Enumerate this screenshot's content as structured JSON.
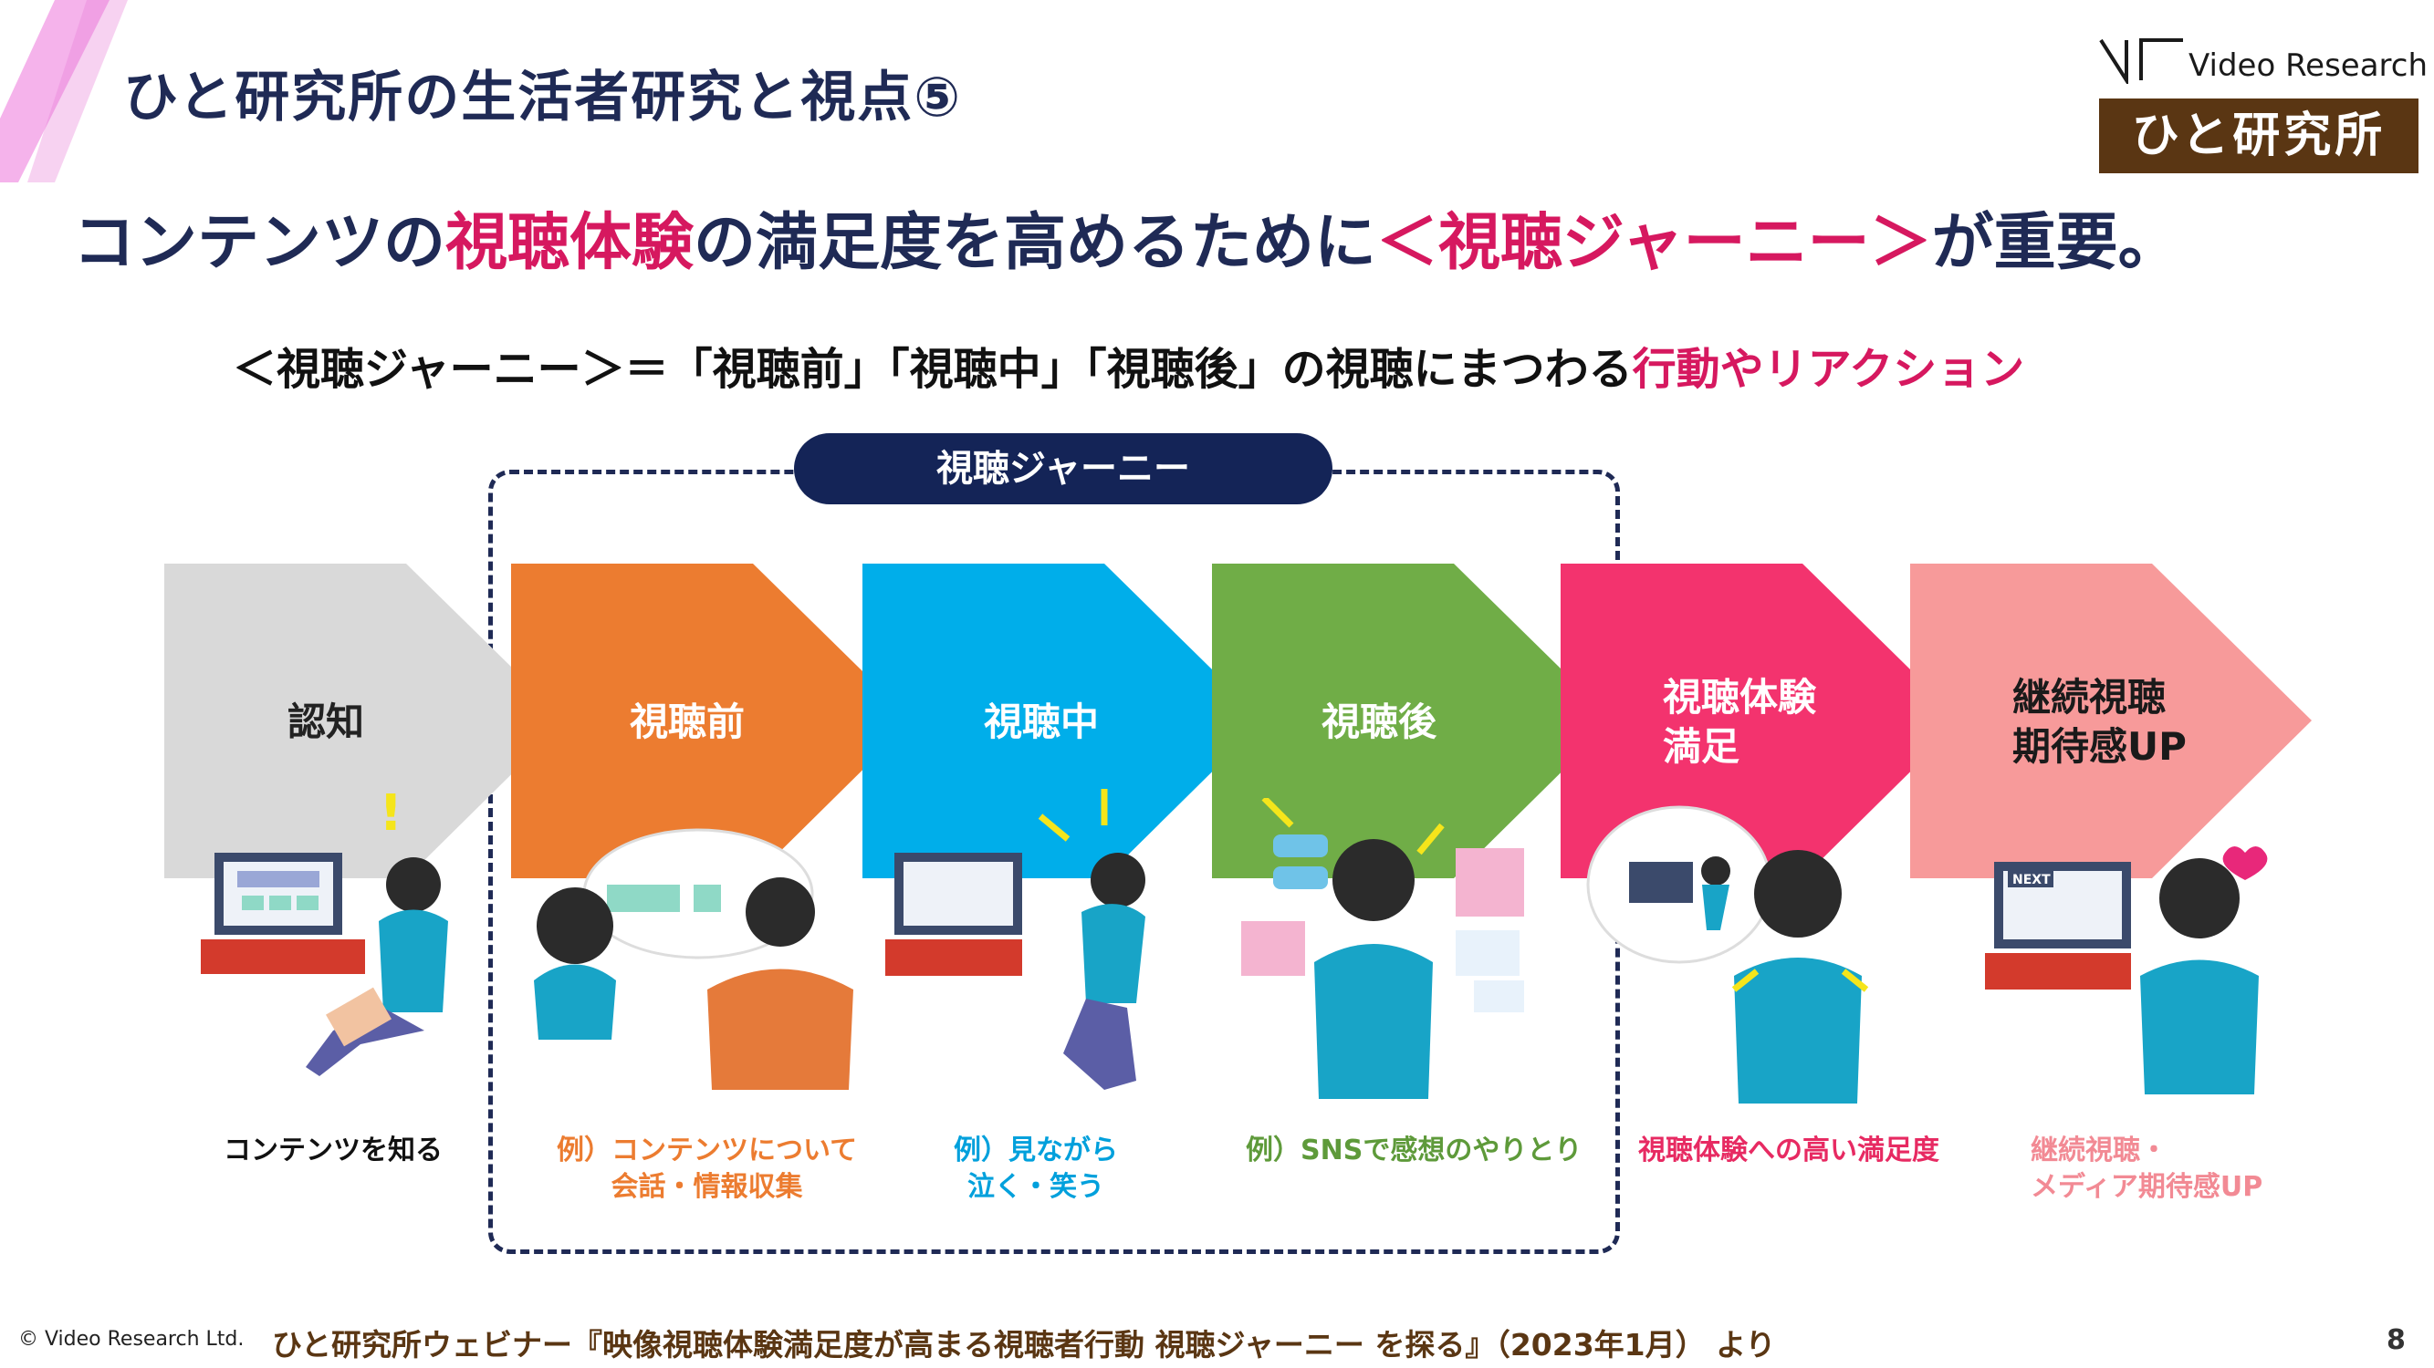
{
  "header": {
    "title": "ひと研究所の生活者研究と視点⑤",
    "logo_vr": "Video Research",
    "logo_box": "ひと研究所"
  },
  "headline": {
    "part1": "コンテンツの",
    "part2": "視聴体験",
    "part3": "の満足度を高めるために",
    "part4": "＜視聴ジャーニー＞",
    "part5": "が重要。"
  },
  "definition": {
    "part1": "＜視聴ジャーニー＞＝「視聴前」「視聴中」「視聴後」の視聴にまつわる",
    "part2": "行動やリアクション"
  },
  "journey_label": "視聴ジャーニー",
  "stages": [
    {
      "line1": "認知",
      "line2": "",
      "color": "#d9d9d9",
      "text_color": "#222222",
      "caption1": "コンテンツを知る",
      "caption2": "",
      "caption_color": "#111111"
    },
    {
      "line1": "視聴前",
      "line2": "",
      "color": "#ec7c30",
      "text_color": "#ffffff",
      "caption1": "例）コンテンツについて",
      "caption2": "会話・情報収集",
      "caption_color": "#ec7c30"
    },
    {
      "line1": "視聴中",
      "line2": "",
      "color": "#00aeea",
      "text_color": "#ffffff",
      "caption1": "例）見ながら",
      "caption2": "泣く・笑う",
      "caption_color": "#00a0dc"
    },
    {
      "line1": "視聴後",
      "line2": "",
      "color": "#70ad47",
      "text_color": "#ffffff",
      "caption1": "例）SNSで感想のやりとり",
      "caption2": "",
      "caption_color": "#5e9a3a"
    },
    {
      "line1": "視聴体験",
      "line2": "満足",
      "color": "#f3336e",
      "text_color": "#ffffff",
      "caption1": "視聴体験への高い満足度",
      "caption2": "",
      "caption_color": "#e72a62"
    },
    {
      "line1": "継続視聴",
      "line2": "期待感UP",
      "color": "#f79a9a",
      "text_color": "#1a1a1a",
      "caption1": "継続視聴・",
      "caption2": "メディア期待感UP",
      "caption_color": "#f28a94"
    }
  ],
  "illustration_texts": {
    "next_label": "NEXT"
  },
  "footer": {
    "copyright": "© Video Research Ltd.",
    "source": "ひと研究所ウェビナー『映像視聴体験満足度が高まる視聴者行動 視聴ジャーニー を探る』（2023年1月） より",
    "page_number": "8"
  }
}
